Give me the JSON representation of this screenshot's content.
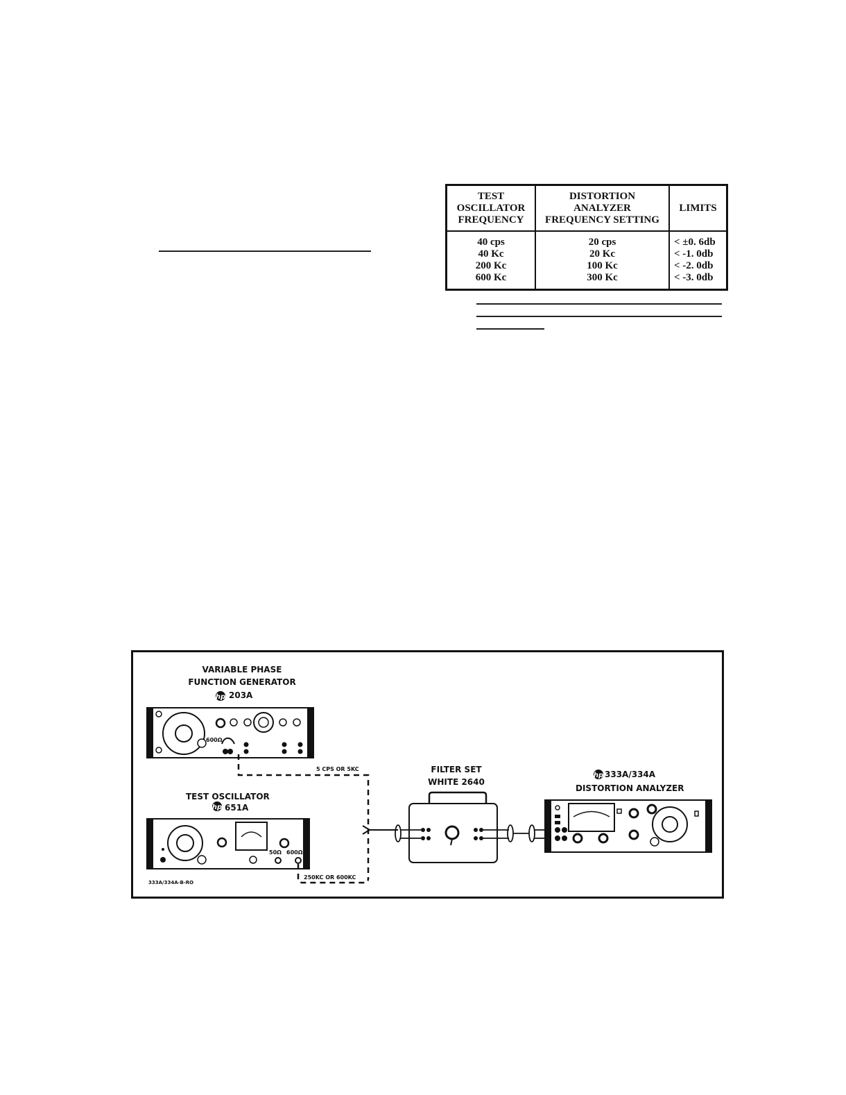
{
  "table": {
    "headers": [
      "TEST\nOSCILLATOR\nFREQUENCY",
      "DISTORTION\nANALYZER\nFREQUENCY SETTING",
      "LIMITS"
    ],
    "rows": [
      {
        "osc": "40 cps",
        "analyzer": "20 cps",
        "limit": "< ±0. 6db"
      },
      {
        "osc": "40 Kc",
        "analyzer": "20 Kc",
        "limit": "< -1. 0db"
      },
      {
        "osc": "200 Kc",
        "analyzer": "100 Kc",
        "limit": "< -2. 0db"
      },
      {
        "osc": "600 Kc",
        "analyzer": "300 Kc",
        "limit": "< -3. 0db"
      }
    ]
  },
  "figure": {
    "generator_label": "VARIABLE PHASE\nFUNCTION GENERATOR",
    "generator_model": "203A",
    "oscillator_label": "TEST OSCILLATOR",
    "oscillator_model": "651A",
    "filter_label": "FILTER SET\nWHITE 2640",
    "analyzer_model": "333A/334A",
    "analyzer_label": "DISTORTION ANALYZER",
    "low_freq_note": "5 CPS OR 5KC",
    "high_freq_note": "250KC OR 600KC",
    "gen_600_label": "600Ω",
    "osc_50_label": "50Ω",
    "osc_600_label": "600Ω",
    "figure_code": "333A/334A-B-RO",
    "brand_icon": "hp-logo-icon"
  }
}
